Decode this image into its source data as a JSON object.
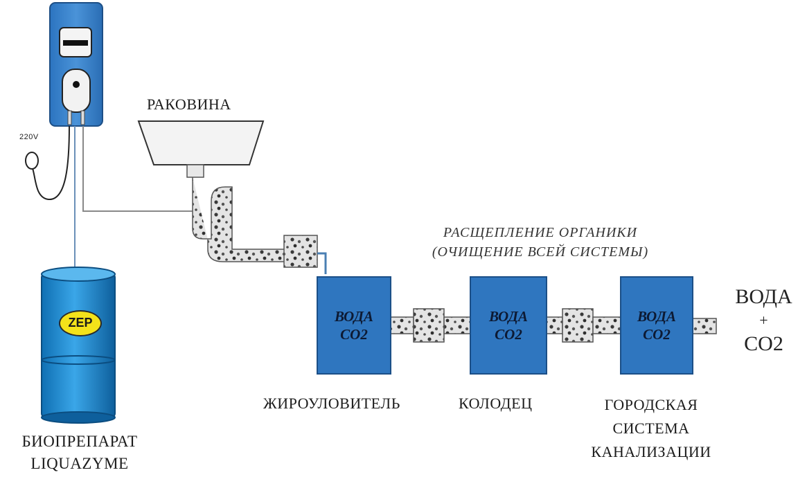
{
  "labels": {
    "sink": "РАКОВИНА",
    "voltage": "220V",
    "bioprep_line1": "БИОПРЕПАРАТ",
    "bioprep_line2": "LIQUAZYME",
    "brand": "ZEP",
    "note_line1": "РАСЩЕПЛЕНИЕ ОРГАНИКИ",
    "note_line2": "(ОЧИЩЕНИЕ ВСЕЙ СИСТЕМЫ)",
    "out_line1": "ВОДА",
    "out_line2": "+",
    "out_line3": "СО2"
  },
  "boxes": [
    {
      "line1": "ВОДА",
      "line2": "СО2",
      "caption": [
        "ЖИРОУЛОВИТЕЛЬ"
      ]
    },
    {
      "line1": "ВОДА",
      "line2": "СО2",
      "caption": [
        "КОЛОДЕЦ"
      ]
    },
    {
      "line1": "ВОДА",
      "line2": "СО2",
      "caption": [
        "ГОРОДСКАЯ",
        "СИСТЕМА",
        "КАНАЛИЗАЦИИ"
      ]
    }
  ],
  "colors": {
    "box": "#2f76bf",
    "pump": "#3c86d0",
    "canister": "#1f8fd6",
    "pipe": "#dcdcdc"
  }
}
